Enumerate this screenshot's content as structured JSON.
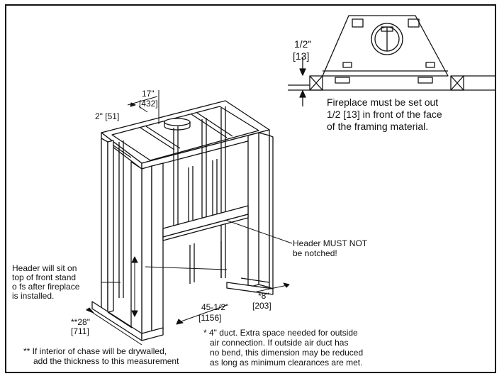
{
  "inset": {
    "gap_dim": "1/2\"",
    "gap_dim_mm": "[13]",
    "note_lines": [
      "Fireplace must be set out",
      "1/2 [13] in front of the face",
      "of the framing material."
    ]
  },
  "dims": {
    "depth_top": "17\"",
    "depth_top_mm": "[432]",
    "stud": "2\" [51]",
    "width_front": "**28\"",
    "width_front_mm": "[711]",
    "opening": "45-1/2\"",
    "opening_mm": "[1156]",
    "side": "*8\"",
    "side_mm": "[203]"
  },
  "callouts": {
    "header_notch": [
      "Header MUST NOT",
      "be notched!"
    ],
    "header_sit": [
      "Header will sit on",
      "top of front stand",
      "o fs after fireplace",
      "is installed."
    ]
  },
  "notes": {
    "duct": [
      "*  4\" duct. Extra space needed for outside",
      "air connection. If outside air duct has",
      "no bend, this dimension may be reduced",
      "as long as minimum clearances are met."
    ],
    "drywall": [
      "**   If interior of chase will be drywalled,",
      "add the thickness to this measurement"
    ]
  }
}
